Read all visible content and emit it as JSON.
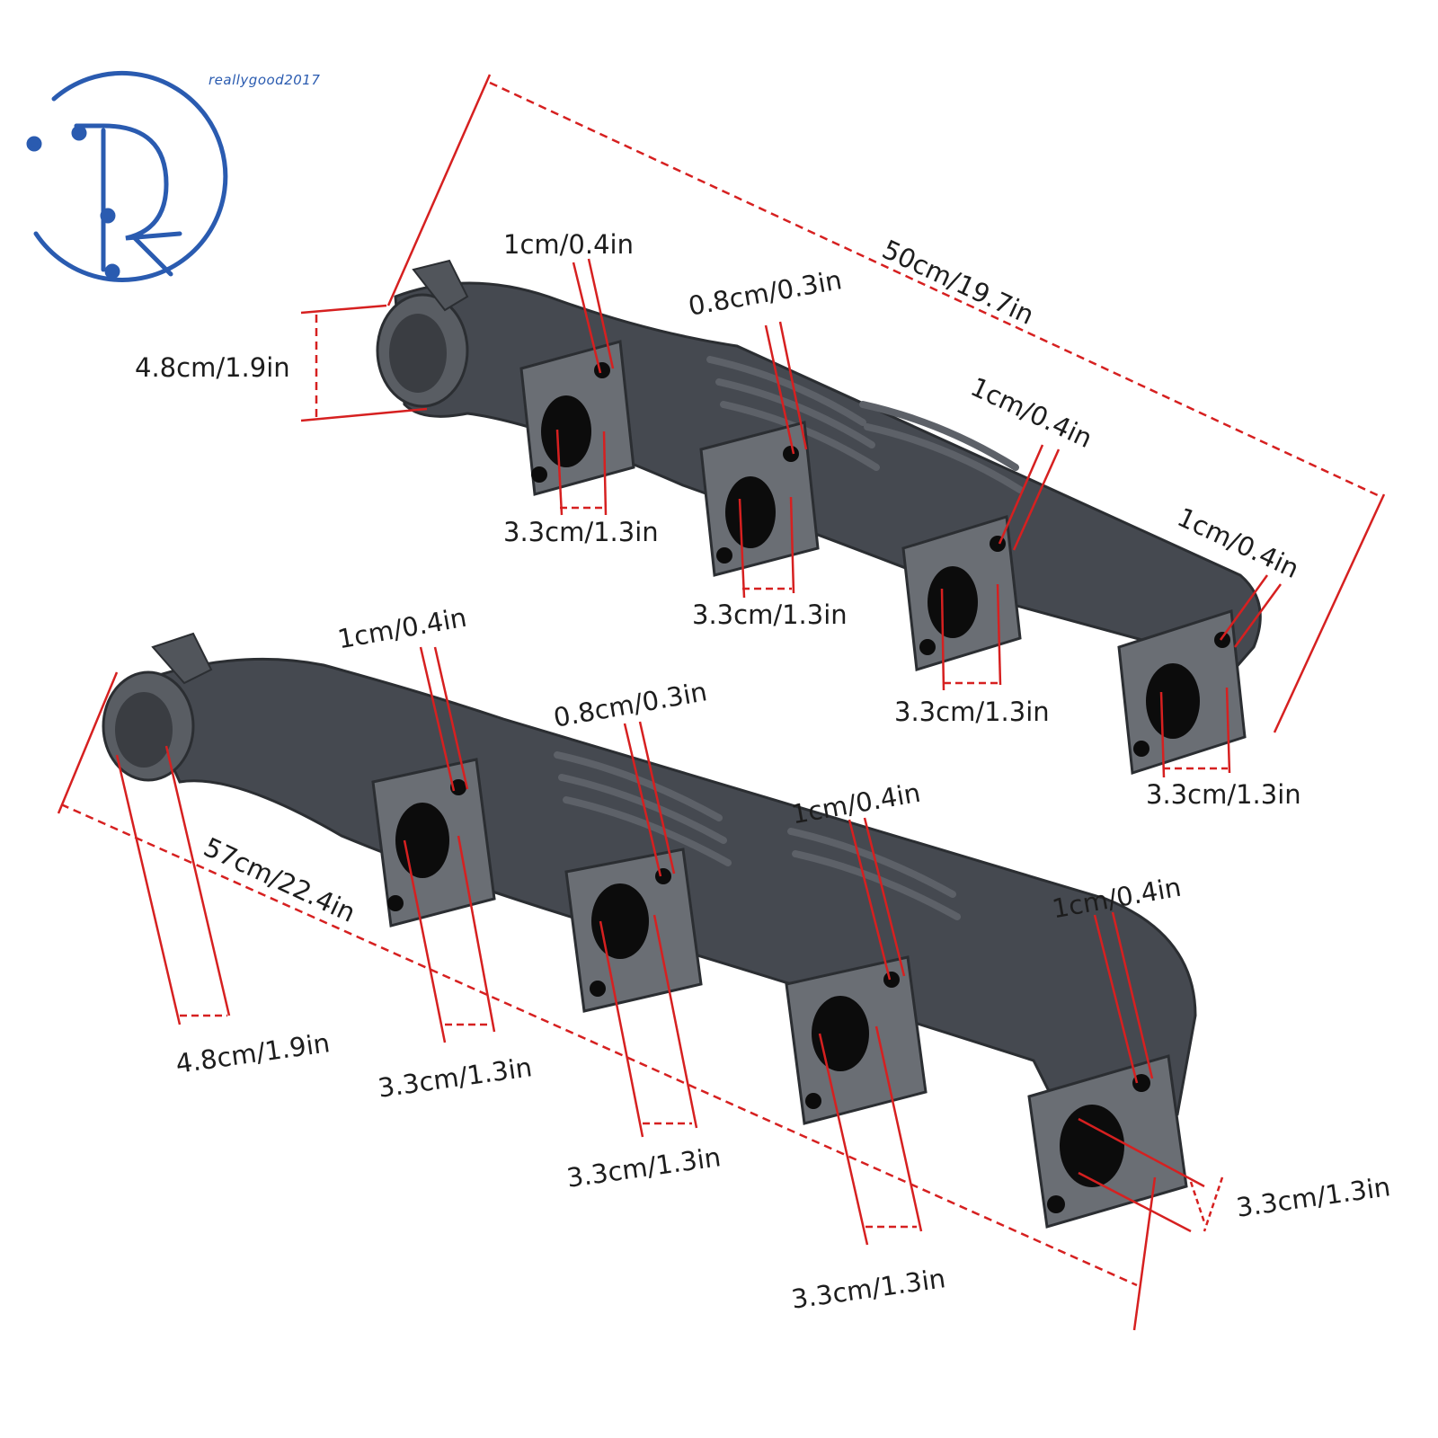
{
  "brand": {
    "watermark": "reallygood2017",
    "logo_letter": "R",
    "logo_color": "#2a5bb0"
  },
  "colors": {
    "dimension_line": "#d62020",
    "cast_iron": "#4b4f55",
    "cast_iron_dark": "#2f3236",
    "flange_face": "#6c7076",
    "port_hole": "#0c0c0c"
  },
  "manifold_top": {
    "overall_length": "50cm/19.7in",
    "inlet_diameter": "4.8cm/1.9in",
    "bolt_holes": [
      "1cm/0.4in",
      "0.8cm/0.3in",
      "1cm/0.4in",
      "1cm/0.4in"
    ],
    "port_widths": [
      "3.3cm/1.3in",
      "3.3cm/1.3in",
      "3.3cm/1.3in",
      "3.3cm/1.3in"
    ]
  },
  "manifold_bottom": {
    "overall_length": "57cm/22.4in",
    "inlet_diameter": "4.8cm/1.9in",
    "bolt_holes": [
      "1cm/0.4in",
      "0.8cm/0.3in",
      "1cm/0.4in",
      "1cm/0.4in"
    ],
    "port_widths": [
      "3.3cm/1.3in",
      "3.3cm/1.3in",
      "3.3cm/1.3in",
      "3.3cm/1.3in"
    ]
  }
}
